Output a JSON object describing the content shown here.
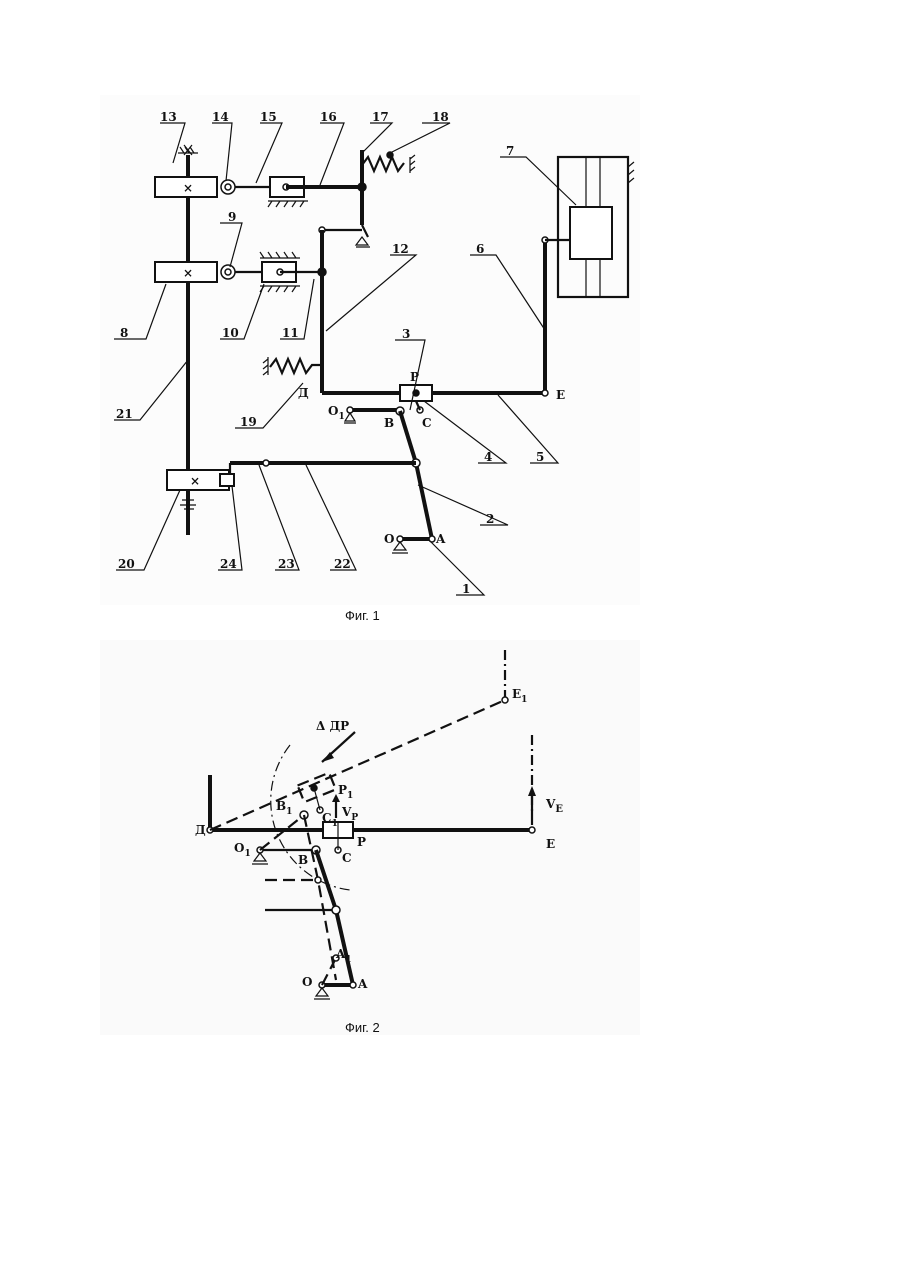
{
  "figures": [
    {
      "caption": "Фиг. 1",
      "numbers": [
        "1",
        "2",
        "3",
        "4",
        "5",
        "6",
        "7",
        "8",
        "9",
        "10",
        "11",
        "12",
        "13",
        "14",
        "15",
        "16",
        "17",
        "18",
        "19",
        "20",
        "21",
        "22",
        "23",
        "24"
      ],
      "points": {
        "O": "O",
        "A": "A",
        "O1": "O",
        "O1_sub": "1",
        "B": "B",
        "C": "C",
        "P": "P",
        "D": "Д",
        "E": "E"
      }
    },
    {
      "caption": "Фиг. 2",
      "points": {
        "D": "Д",
        "O1": "O",
        "O1_sub": "1",
        "B": "B",
        "B1": "B",
        "B1_sub": "1",
        "C": "C",
        "C1": "C",
        "C1_sub": "1",
        "P": "P",
        "P1": "P",
        "P1_sub": "1",
        "E": "E",
        "E1": "E",
        "E1_sub": "1",
        "O": "O",
        "A": "A",
        "A1": "A",
        "A1_sub": "1",
        "delta_p": "Δ ДР",
        "VP": "V",
        "VP_sub": "P",
        "VE": "V",
        "VE_sub": "E"
      }
    }
  ]
}
